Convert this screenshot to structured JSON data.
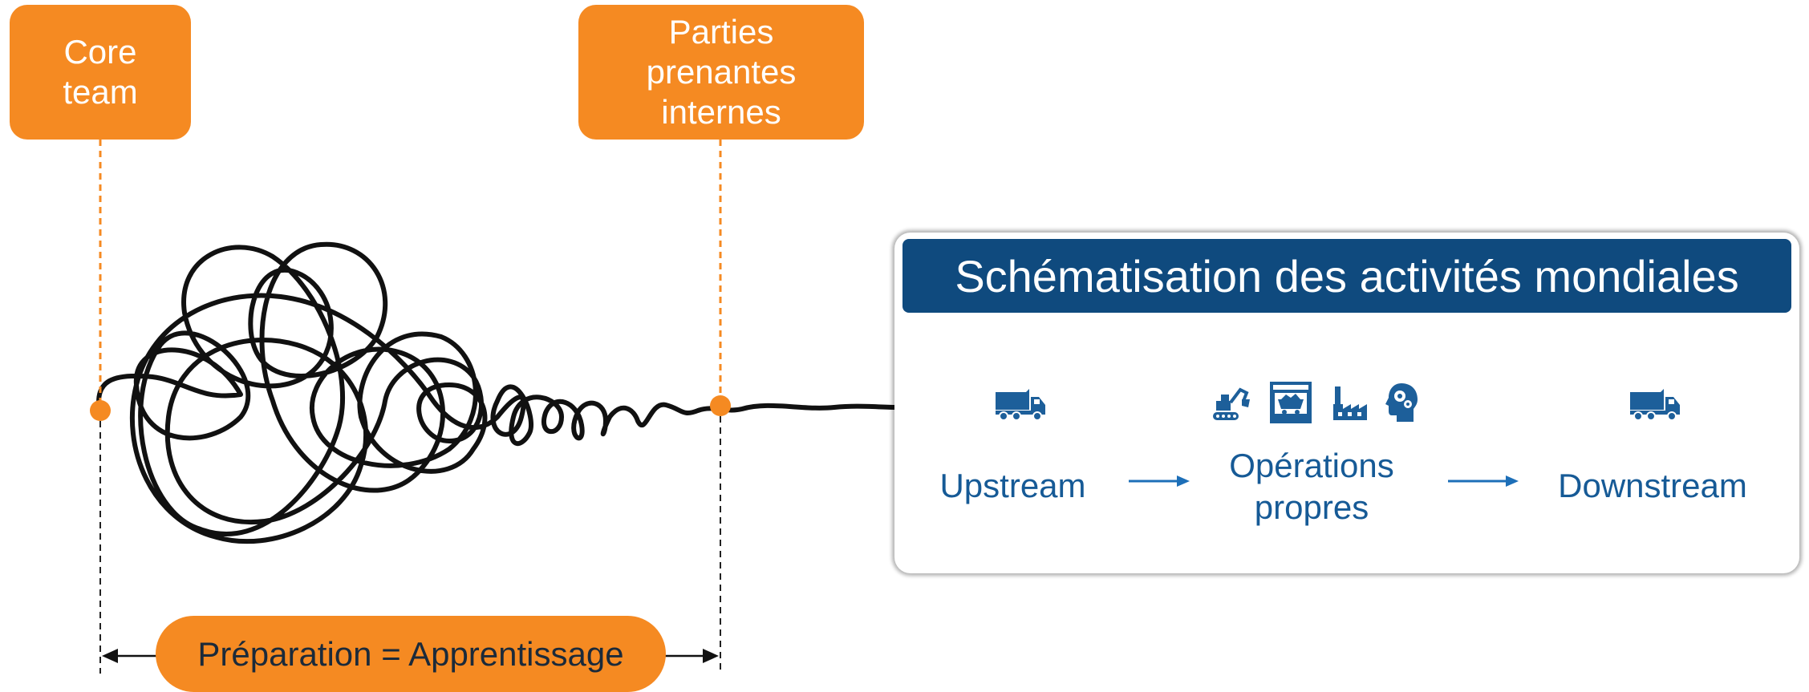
{
  "labels": {
    "core_team": [
      "Core",
      "team"
    ],
    "stakeholders": [
      "Parties",
      "prenantes",
      "internes"
    ],
    "preparation": "Préparation = Apprentissage"
  },
  "panel": {
    "title": "Schématisation des activités mondiales",
    "stages": {
      "upstream": "Upstream",
      "operations": [
        "Opérations",
        "propres"
      ],
      "downstream": "Downstream"
    },
    "icons": {
      "upstream": "truck-icon",
      "operations": [
        "excavator-icon",
        "mine-cart-icon",
        "factory-icon",
        "head-gears-icon"
      ],
      "downstream": "truck-icon"
    }
  },
  "colors": {
    "orange": "#f58a22",
    "navy": "#0f4a7e",
    "blue_text": "#165a96",
    "icon_blue": "#1d5f9a"
  }
}
